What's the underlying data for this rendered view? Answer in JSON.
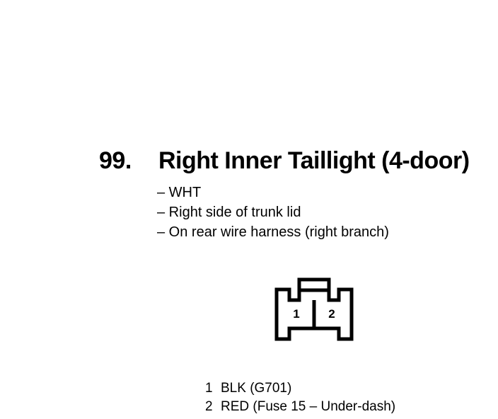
{
  "heading": {
    "number": "99.",
    "title": "Right Inner Taillight (4-door)"
  },
  "notes": [
    "– WHT",
    "– Right side of trunk lid",
    "– On rear wire harness (right branch)"
  ],
  "connector": {
    "cavities": [
      "1",
      "2"
    ]
  },
  "pins": [
    {
      "number": "1",
      "wire": "BLK (G701)"
    },
    {
      "number": "2",
      "wire": "RED (Fuse 15 – Under-dash)"
    }
  ]
}
